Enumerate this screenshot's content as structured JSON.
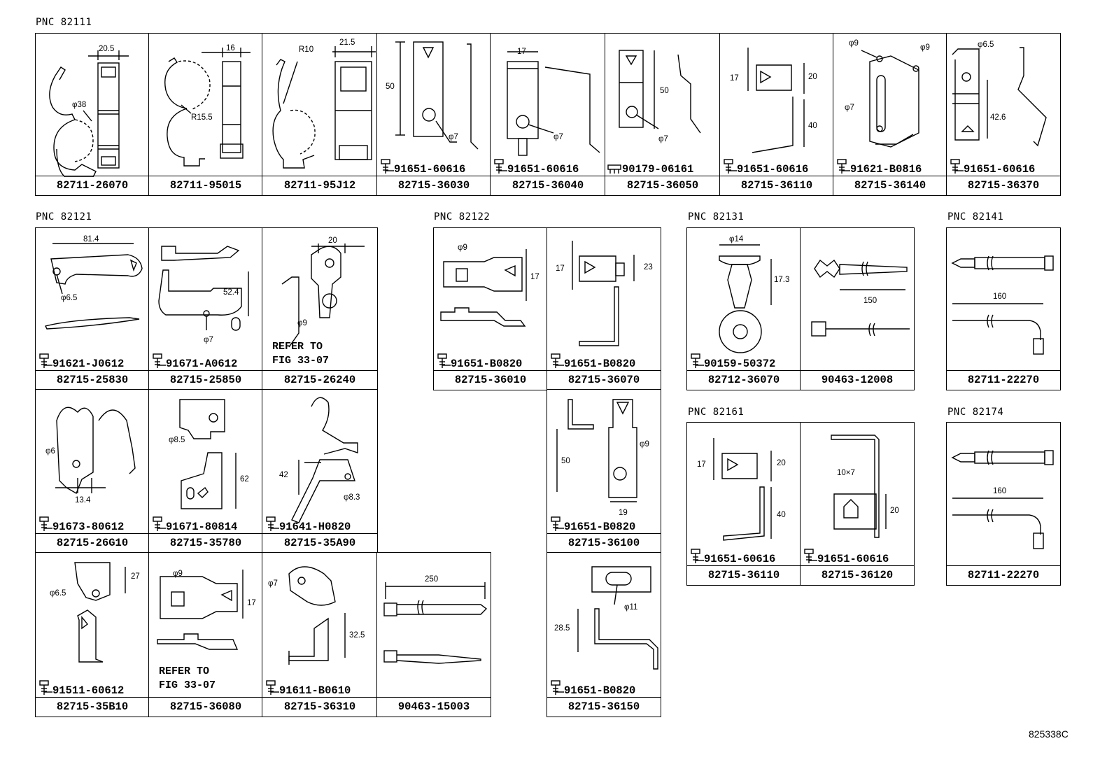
{
  "sections": [
    {
      "id": "82111",
      "label": "PNC 82111"
    },
    {
      "id": "82121",
      "label": "PNC 82121"
    },
    {
      "id": "82122",
      "label": "PNC 82122"
    },
    {
      "id": "82131",
      "label": "PNC 82131"
    },
    {
      "id": "82141",
      "label": "PNC 82141"
    },
    {
      "id": "82161",
      "label": "PNC 82161"
    },
    {
      "id": "82174",
      "label": "PNC 82174"
    }
  ],
  "parts": [
    {
      "part": "82711-26070",
      "dims": [
        "20.5",
        "φ38"
      ]
    },
    {
      "part": "82711-95015",
      "dims": [
        "16",
        "R15.5"
      ]
    },
    {
      "part": "82711-95J12",
      "dims": [
        "R10",
        "21.5"
      ]
    },
    {
      "part": "82715-36030",
      "fastener": "91651-60616",
      "dims": [
        "50",
        "φ7"
      ]
    },
    {
      "part": "82715-36040",
      "fastener": "91651-60616",
      "dims": [
        "17",
        "φ7"
      ]
    },
    {
      "part": "82715-36050",
      "fastener": "90179-06161",
      "dims": [
        "50",
        "φ7"
      ]
    },
    {
      "part": "82715-36110",
      "fastener": "91651-60616",
      "dims": [
        "17",
        "20",
        "40"
      ]
    },
    {
      "part": "82715-36140",
      "fastener": "91621-B0816",
      "dims": [
        "φ9",
        "φ9",
        "φ7"
      ]
    },
    {
      "part": "82715-36370",
      "fastener": "91651-60616",
      "dims": [
        "φ6.5",
        "42.6"
      ]
    },
    {
      "part": "82715-25830",
      "fastener": "91621-J0612",
      "dims": [
        "81.4",
        "φ6.5"
      ]
    },
    {
      "part": "82715-25850",
      "fastener": "91671-A0612",
      "dims": [
        "52.4",
        "φ7"
      ]
    },
    {
      "part": "82715-26240",
      "refer": "REFER TO\nFIG 33-07",
      "dims": [
        "20",
        "φ9"
      ]
    },
    {
      "part": "82715-26G10",
      "fastener": "91673-80612",
      "dims": [
        "φ6",
        "13.4"
      ]
    },
    {
      "part": "82715-35780",
      "fastener": "91671-80814",
      "dims": [
        "φ8.5",
        "62"
      ]
    },
    {
      "part": "82715-35A90",
      "fastener": "91641-H0820",
      "dims": [
        "42",
        "φ8.3"
      ]
    },
    {
      "part": "82715-35B10",
      "fastener": "91511-60612",
      "dims": [
        "27",
        "φ6.5"
      ]
    },
    {
      "part": "82715-36080",
      "refer": "REFER TO\nFIG 33-07",
      "dims": [
        "φ9",
        "17"
      ]
    },
    {
      "part": "82715-36310",
      "fastener": "91611-B0610",
      "dims": [
        "φ7",
        "32.5"
      ]
    },
    {
      "part": "90463-15003",
      "dims": [
        "250"
      ]
    },
    {
      "part": "82715-36010",
      "fastener": "91651-B0820",
      "dims": [
        "φ9",
        "17"
      ]
    },
    {
      "part": "82715-36070",
      "fastener": "91651-B0820",
      "dims": [
        "17",
        "23"
      ]
    },
    {
      "part": "82715-36100",
      "fastener": "91651-B0820",
      "dims": [
        "50",
        "φ9",
        "19"
      ]
    },
    {
      "part": "82715-36150",
      "fastener": "91651-B0820",
      "dims": [
        "φ11",
        "28.5"
      ]
    },
    {
      "part": "82712-36070",
      "fastener": "90159-50372",
      "dims": [
        "φ14",
        "17.3"
      ]
    },
    {
      "part": "90463-12008",
      "dims": [
        "150"
      ]
    },
    {
      "part": "82711-22270",
      "dims": [
        "160"
      ]
    },
    {
      "part": "82715-36110",
      "fastener": "91651-60616",
      "dims": [
        "17",
        "20",
        "40"
      ]
    },
    {
      "part": "82715-36120",
      "fastener": "91651-60616",
      "dims": [
        "10×7",
        "20"
      ]
    },
    {
      "part": "82711-22270",
      "dims": [
        "160"
      ]
    }
  ],
  "figure_id": "825338C"
}
